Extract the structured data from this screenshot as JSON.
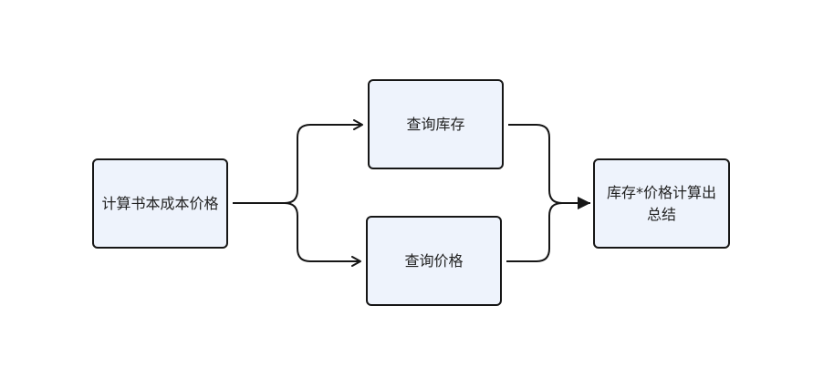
{
  "diagram": {
    "nodes": {
      "calc_cost": {
        "label": "计算书本成本价格"
      },
      "query_stock": {
        "label": "查询库存"
      },
      "query_price": {
        "label": "查询价格"
      },
      "summary": {
        "label": "库存*价格计算出总结"
      }
    },
    "edges": [
      {
        "from": "calc_cost",
        "to": "query_stock"
      },
      {
        "from": "calc_cost",
        "to": "query_price"
      },
      {
        "from": "query_stock",
        "to": "summary"
      },
      {
        "from": "query_price",
        "to": "summary"
      }
    ],
    "colors": {
      "node_fill": "#eef3fc",
      "node_border": "#161616",
      "edge": "#161616",
      "text": "#222222"
    }
  }
}
